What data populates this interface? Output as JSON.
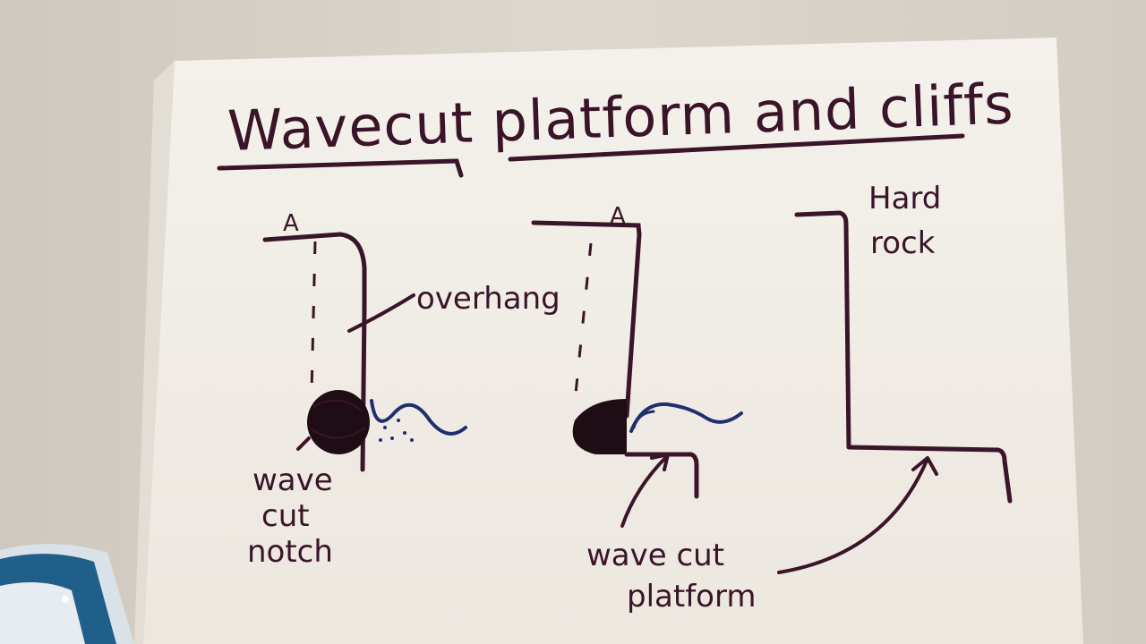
{
  "title": "Wavecut platform and cliffs",
  "labels": {
    "a_left": "A",
    "a_mid": "A",
    "overhang": "overhang",
    "notch_line1": "wave",
    "notch_line2": "cut",
    "notch_line3": "notch",
    "platform_line1": "wave cut",
    "platform_line2": "platform",
    "hard_line1": "Hard",
    "hard_line2": "rock"
  },
  "colors": {
    "ink": "#3a1428",
    "wave": "#1f2f6e",
    "paper": "#f1ede7",
    "wall": "#dcd6cd"
  }
}
